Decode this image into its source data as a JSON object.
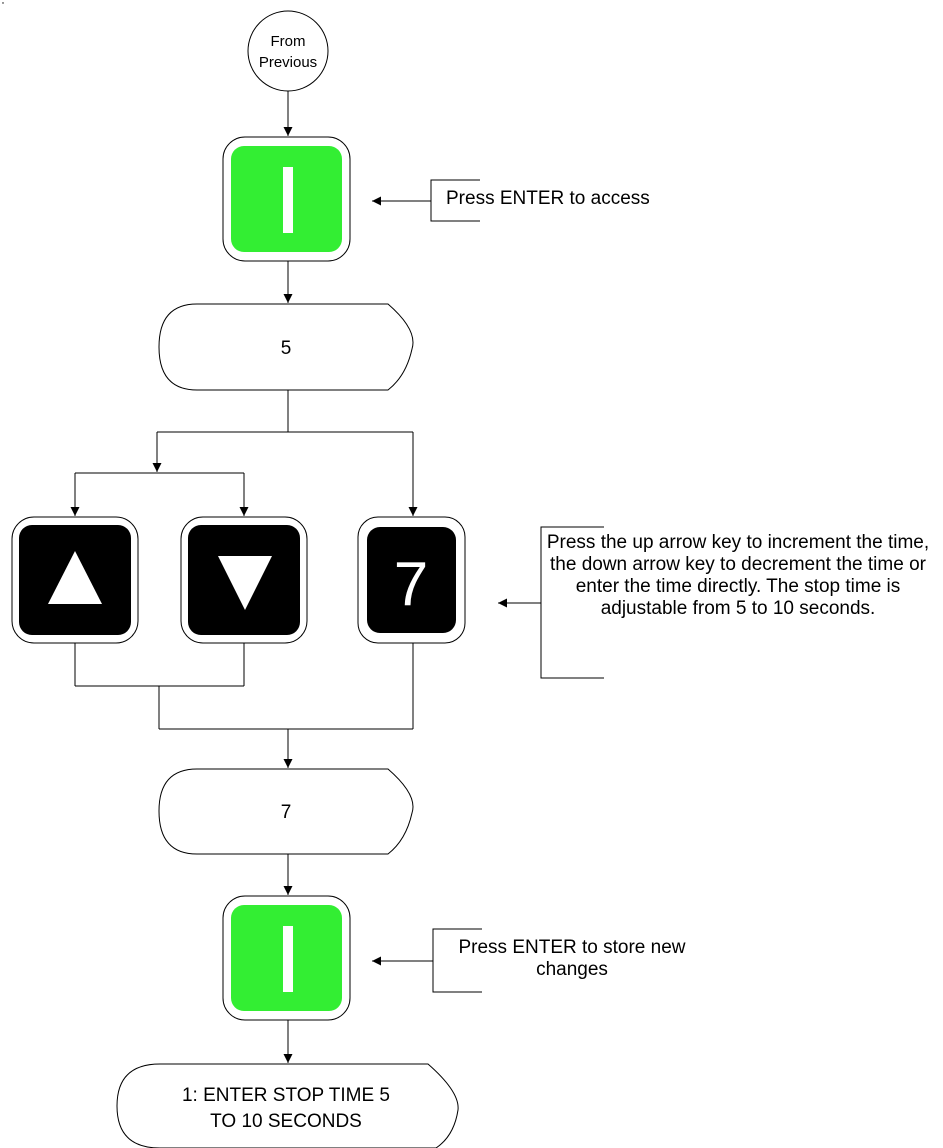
{
  "start": {
    "line1": "From",
    "line2": "Previous"
  },
  "display_initial": "5",
  "display_new": "7",
  "key_digit": "7",
  "notes": {
    "access": "Press ENTER to access",
    "adjust": "Press the up arrow key to increment the time, the down arrow key to decrement the time or enter the time directly. The stop time is adjustable from 5 to 10 seconds.",
    "store": "Press ENTER to store new changes"
  },
  "end": {
    "line1": "1: ENTER STOP TIME 5",
    "line2": "TO 10 SECONDS"
  },
  "colors": {
    "enter_key": "#33ee33",
    "dark_key": "#000000",
    "line": "#000000"
  },
  "icons": {
    "enter": "enter-key-icon",
    "up": "up-arrow-icon",
    "down": "down-arrow-icon"
  }
}
